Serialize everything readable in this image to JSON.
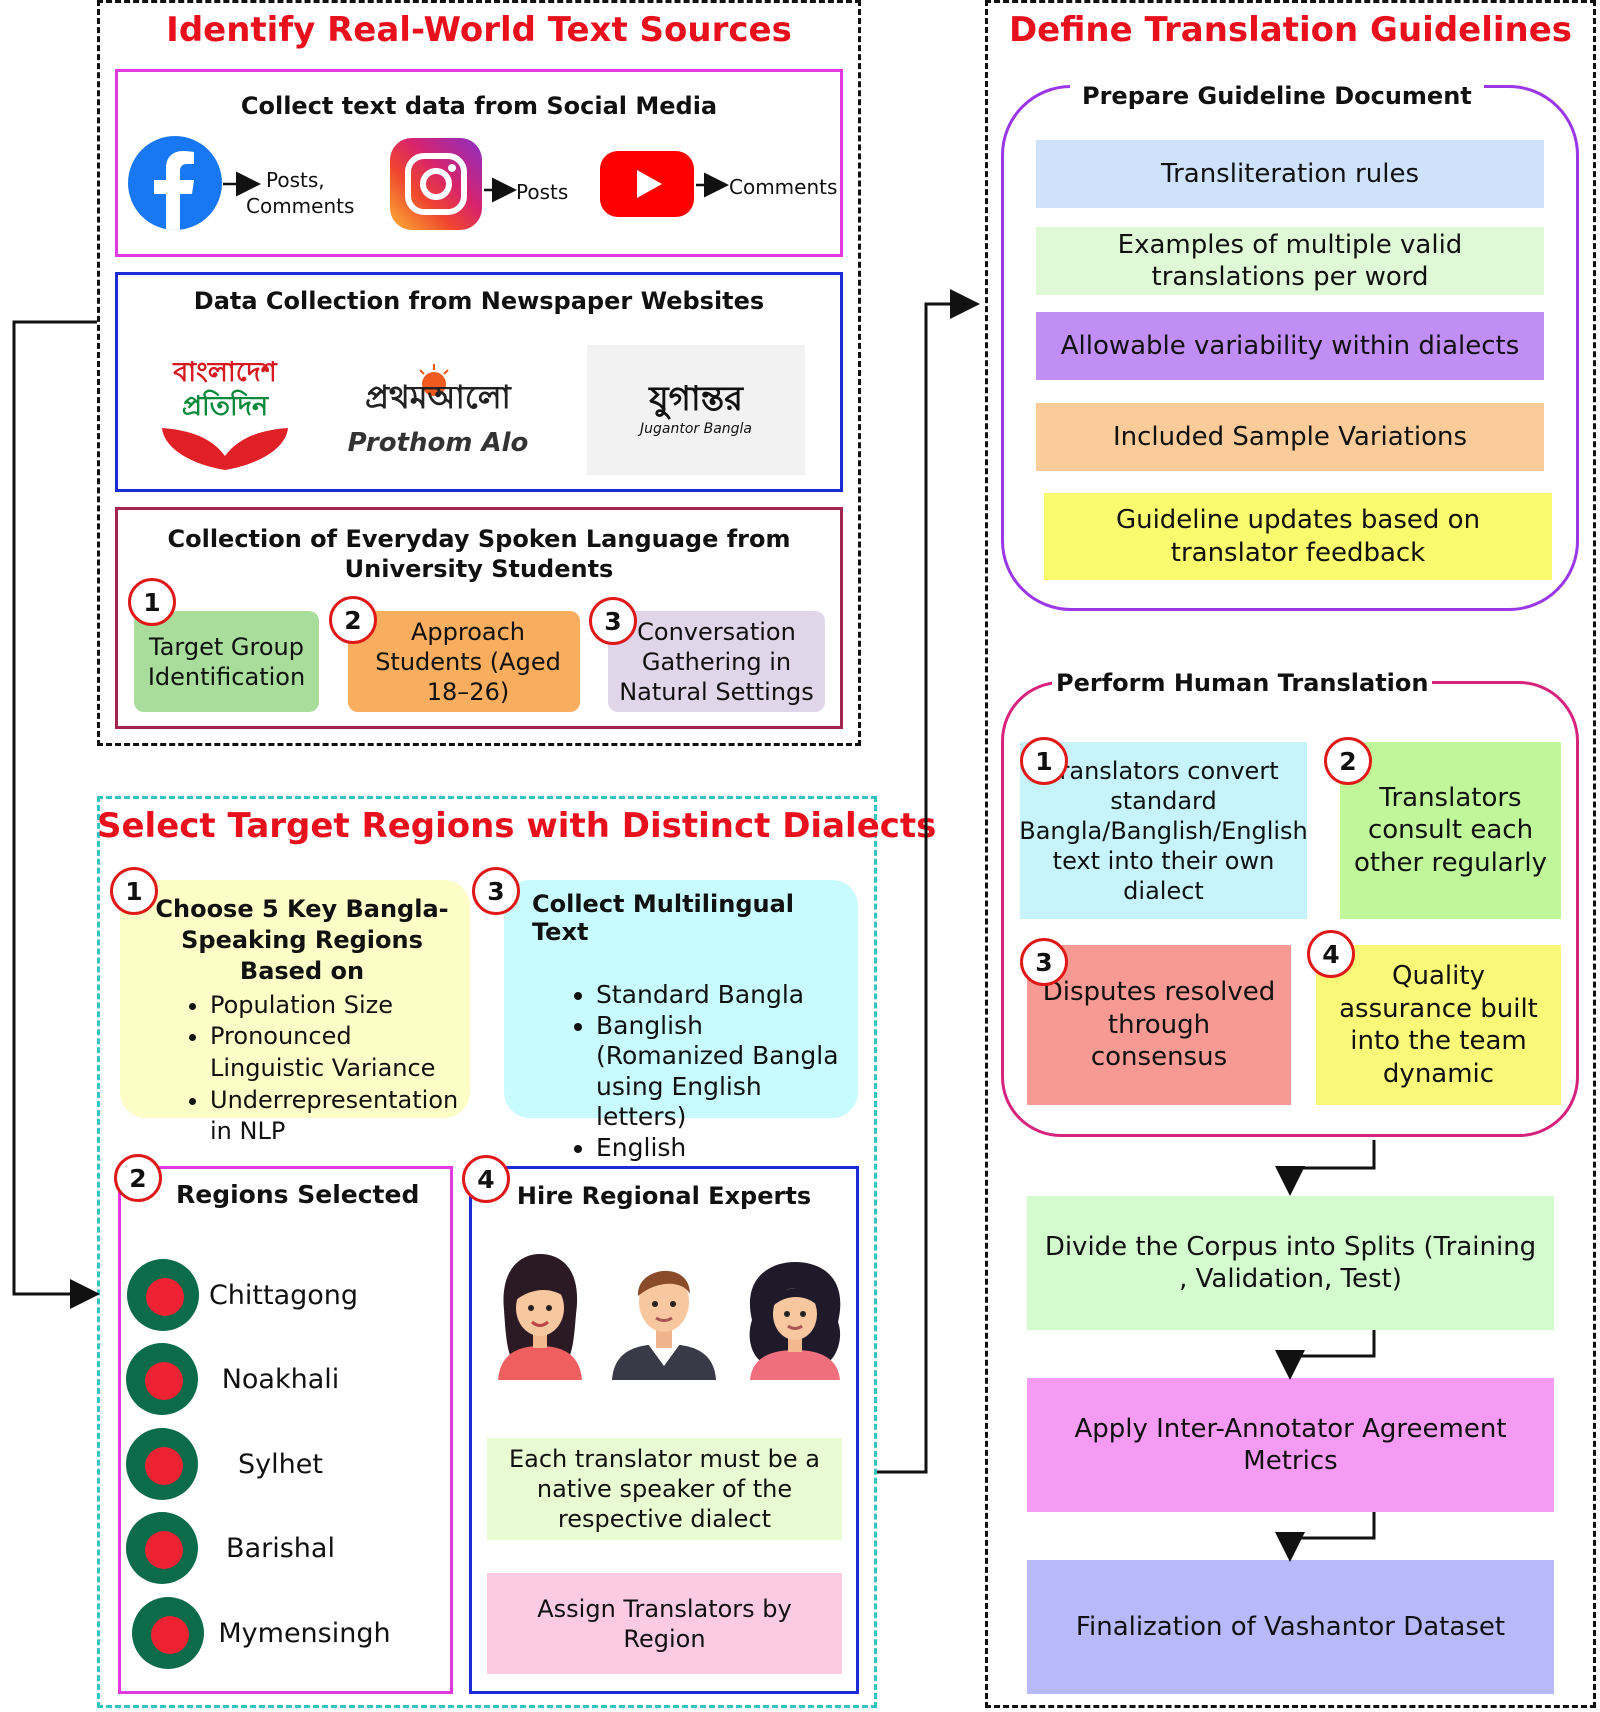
{
  "sources": {
    "title": "Identify Real-World Text Sources",
    "social": {
      "header": "Collect text data from Social Media",
      "facebook_label_1": "Posts,",
      "facebook_label_2": "Comments",
      "instagram_label": "Posts",
      "youtube_label": "Comments"
    },
    "newspapers": {
      "header": "Data Collection from Newspaper Websites",
      "bd_pratidin_line1": "বাংলাদেশ",
      "bd_pratidin_line2": "প্রতিদিন",
      "prothom_alo_logo": "প্রথমআলো",
      "prothom_alo_name": "Prothom Alo",
      "jugantor_logo": "যুগান্তর",
      "jugantor_name": "Jugantor Bangla"
    },
    "students": {
      "header_line1": "Collection of Everyday Spoken Language from",
      "header_line2": "University Students",
      "steps": [
        {
          "num": "1",
          "text": "Target Group Identification",
          "color": "#a9dd9b"
        },
        {
          "num": "2",
          "text": "Approach Students (Aged 18–26)",
          "color": "#f9ad5e"
        },
        {
          "num": "3",
          "text": "Conversation Gathering in Natural Settings",
          "color": "#e0d5e9"
        }
      ]
    }
  },
  "regions": {
    "title": "Select Target Regions with Distinct Dialects",
    "choose": {
      "num": "1",
      "header": "Choose 5 Key Bangla-Speaking Regions Based on",
      "items": [
        "Population Size",
        "Pronounced Linguistic Variance",
        "Underrepresentation in NLP"
      ]
    },
    "multilingual": {
      "num": "3",
      "header": "Collect Multilingual Text",
      "items": [
        "Standard Bangla",
        "Banglish (Romanized Bangla using English letters)",
        "English"
      ]
    },
    "selected": {
      "num": "2",
      "header": "Regions Selected",
      "items": [
        {
          "name": "Chittagong",
          "color": "#d5e3f5"
        },
        {
          "name": "Noakhali",
          "color": "#d4e6d6"
        },
        {
          "name": "Sylhet",
          "color": "#fce6d1"
        },
        {
          "name": "Barishal",
          "color": "#f5d3d2"
        },
        {
          "name": "Mymensingh",
          "color": "#e1d9e9"
        }
      ]
    },
    "experts": {
      "num": "4",
      "header": "Hire Regional Experts",
      "note": "Each translator must be a native speaker of the respective dialect",
      "assign": "Assign Translators by Region"
    }
  },
  "guidelines": {
    "title": "Define Translation Guidelines",
    "doc": {
      "header": "Prepare Guideline Document",
      "items": [
        {
          "text": "Transliteration rules",
          "color": "#cfe2fb"
        },
        {
          "text": "Examples of multiple valid translations per word",
          "color": "#dff8d5"
        },
        {
          "text": "Allowable variability within dialects",
          "color": "#c08ef5"
        },
        {
          "text": "Included Sample Variations",
          "color": "#fccb9a"
        },
        {
          "text": "Guideline updates based on translator feedback",
          "color": "#fafa6e"
        }
      ]
    },
    "human": {
      "header": "Perform Human Translation",
      "steps": [
        {
          "num": "1",
          "text": "Translators convert standard Bangla/Banglish/English text into their own dialect",
          "color": "#c6f4fa"
        },
        {
          "num": "2",
          "text": "Translators consult each other regularly",
          "color": "#bff79a"
        },
        {
          "num": "3",
          "text": "Disputes resolved through consensus",
          "color": "#f69a93"
        },
        {
          "num": "4",
          "text": "Quality assurance built into the team dynamic",
          "color": "#f9f878"
        }
      ]
    },
    "pipeline": [
      {
        "text": "Divide the Corpus into Splits (Training , Validation, Test)",
        "color": "#d3fbce"
      },
      {
        "text": "Apply Inter-Annotator Agreement Metrics",
        "color": "#f69bf3"
      },
      {
        "text": "Finalization of Vashantor Dataset",
        "color": "#b8b9fa"
      }
    ]
  }
}
